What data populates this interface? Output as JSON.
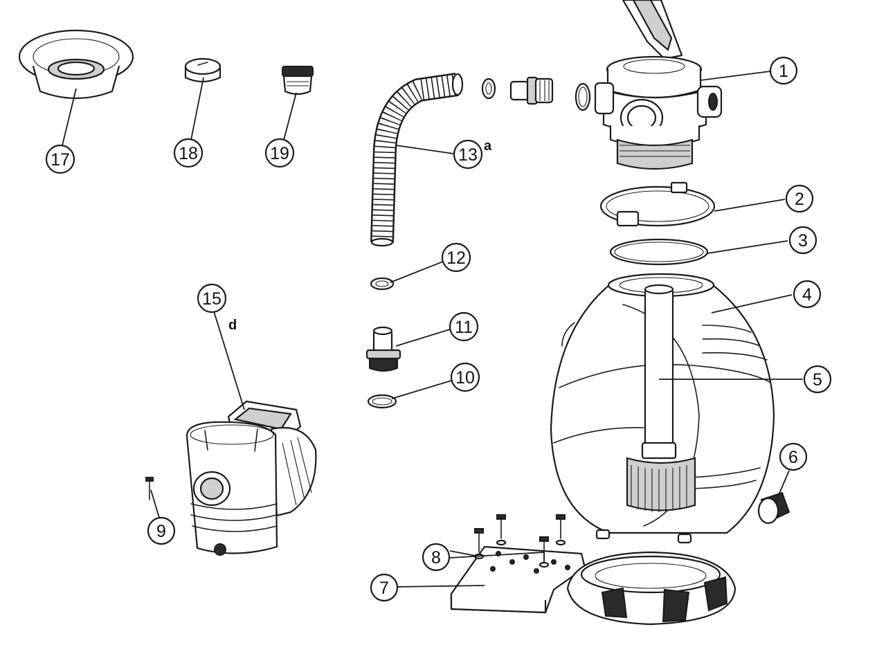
{
  "callouts": {
    "c1": "1",
    "c2": "2",
    "c3": "3",
    "c4": "4",
    "c5": "5",
    "c6": "6",
    "c7": "7",
    "c8": "8",
    "c9": "9",
    "c10": "10",
    "c11": "11",
    "c12": "12",
    "c13": "13",
    "c15": "15",
    "c17": "17",
    "c18": "18",
    "c19": "19"
  },
  "notes": {
    "n13": "a",
    "n15": "d"
  },
  "colors": {
    "line": "#1a1a1a",
    "fill": "#ffffff",
    "shade": "#cfcfcf"
  }
}
